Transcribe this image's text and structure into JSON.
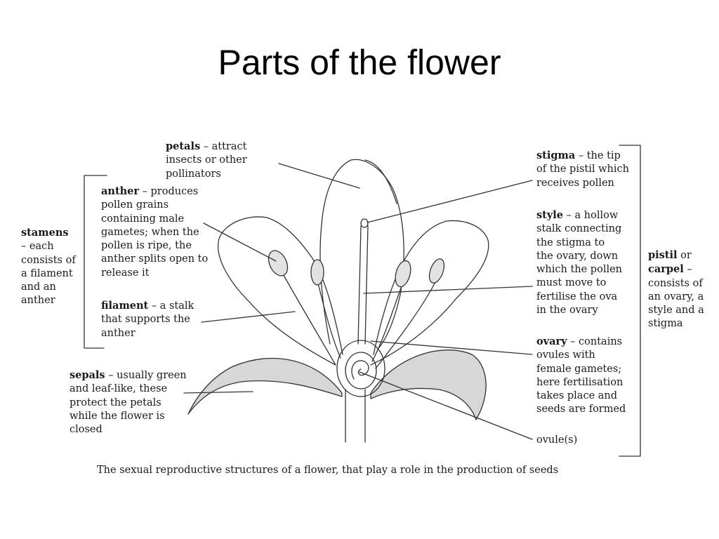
{
  "title": "Parts of the flower",
  "caption": "The sexual reproductive structures of a flower, that play a role in the production of seeds",
  "labels": {
    "petals": {
      "term": "petals",
      "desc": " – attract\ninsects or other\npollinators"
    },
    "anther": {
      "term": "anther",
      "desc": " – produces\npollen grains\ncontaining male\ngametes; when the\npollen is ripe, the\nanther splits open to\nrelease it"
    },
    "stamens": {
      "term": "stamens",
      "desc": "\n– each\nconsists of\na filament\nand an\nanther"
    },
    "filament": {
      "term": "filament",
      "desc": " – a stalk\nthat supports the\nanther"
    },
    "sepals": {
      "term": "sepals",
      "desc": " – usually green\nand leaf-like, these\nprotect the petals\nwhile the flower is\nclosed"
    },
    "stigma": {
      "term": "stigma",
      "desc": " – the tip\nof the pistil which\nreceives pollen"
    },
    "style": {
      "term": "style",
      "desc": " – a hollow\nstalk connecting\nthe stigma to\nthe ovary, down\nwhich the pollen\nmust move to\nfertilise the ova\nin the ovary"
    },
    "ovary": {
      "term": "ovary",
      "desc": " – contains\novules with\nfemale gametes;\nhere fertilisation\ntakes place and\nseeds are formed"
    },
    "ovules": {
      "term": "",
      "desc": "ovule(s)"
    },
    "pistil": {
      "term": "pistil",
      "desc": " or\n",
      "term2": "carpel",
      "desc2": " –\nconsists of\nan ovary, a\nstyle and a\nstigma"
    }
  },
  "colors": {
    "ink": "#1a1a1a",
    "line": "#333333"
  }
}
